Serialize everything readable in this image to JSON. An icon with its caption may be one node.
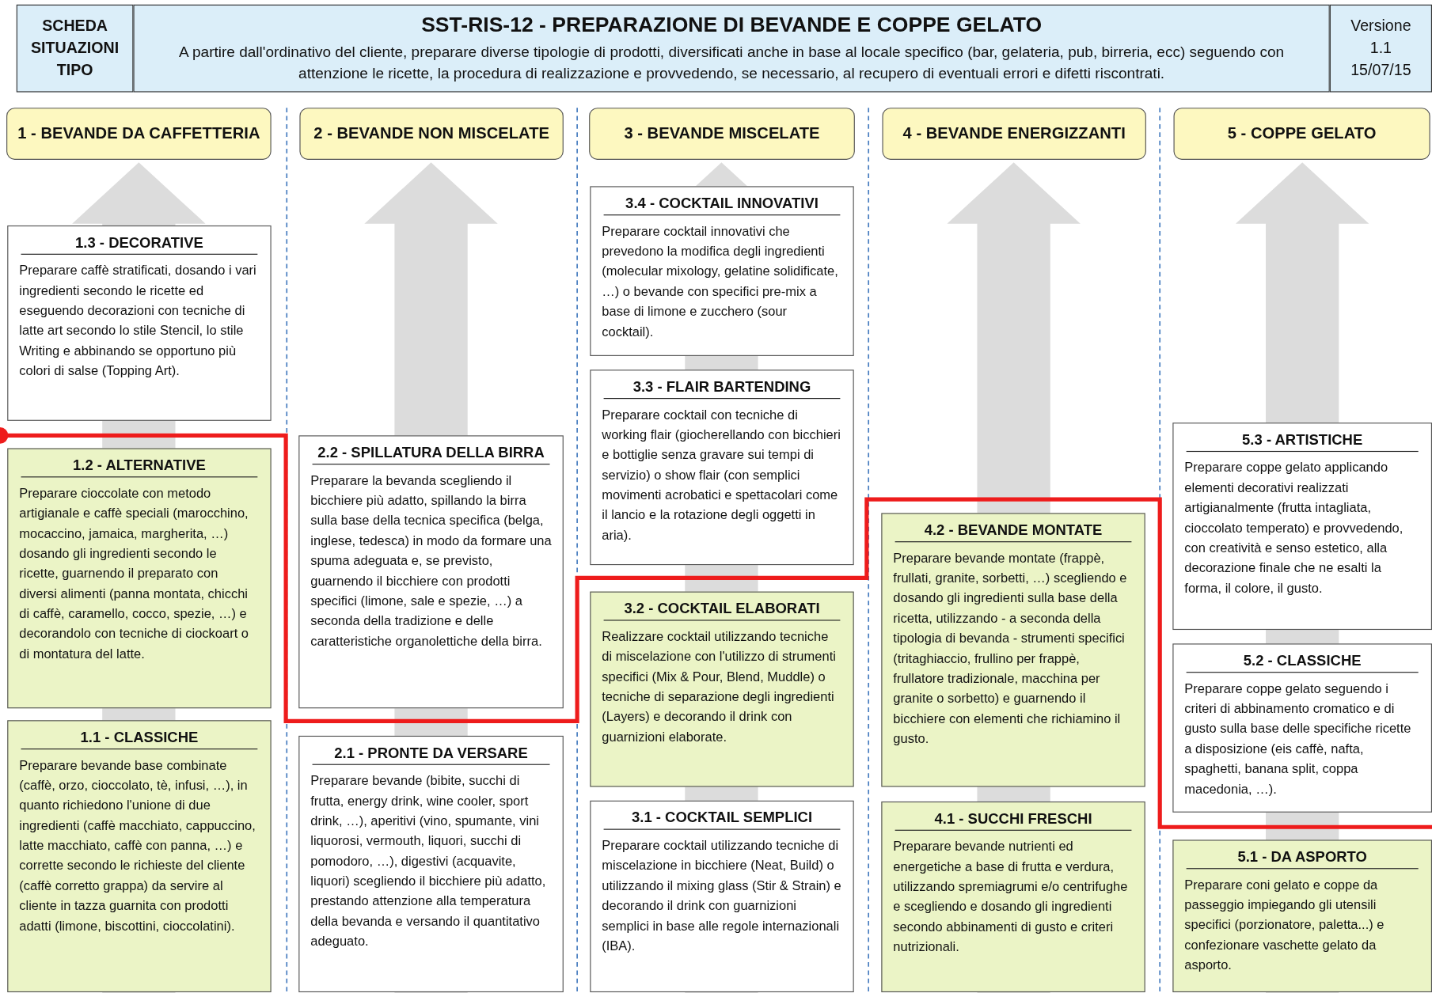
{
  "diagram": {
    "nodes": [
      {
        "text": [
          "SCHEDA SITUAZIONI TIPO"
        ]
      },
      {
        "text": [
          "SST-RIS-12 - PREPARAZIONE DI BEVANDE E COPPE GELATO",
          "A partire dall'ordinativo del cliente, preparare diverse tipologie di prodotti, diversificati anche in base al locale specifico (bar, gelateria, pub, birreria, ecc) seguendo con attenzione le ricette, la procedura di realizzazione e provvedendo, se necessario, al recupero di eventuali errori e difetti riscontrati."
        ]
      },
      {
        "text": [
          "Versione",
          "1.1",
          "15/07/15"
        ]
      },
      {
        "text": [
          "1 - BEVANDE DA CAFFETTERIA"
        ]
      },
      {
        "text": [
          "2 - BEVANDE NON MISCELATE"
        ]
      },
      {
        "text": [
          "3 - BEVANDE MISCELATE"
        ]
      },
      {
        "text": [
          "4 - BEVANDE ENERGIZZANTI"
        ]
      },
      {
        "text": [
          "5 - COPPE GELATO"
        ]
      },
      {
        "text": [
          "1.3 - DECORATIVE",
          "Preparare caffè stratificati, dosando i vari ingredienti secondo le ricette ed eseguendo decorazioni con tecniche di latte art secondo lo stile Stencil, lo stile Writing e abbinando se opportuno più colori di salse (Topping Art)."
        ]
      },
      {
        "text": [
          "1.2 - ALTERNATIVE",
          "Preparare cioccolate con metodo artigianale e caffè speciali (marocchino, mocaccino, jamaica, margherita, …) dosando gli ingredienti secondo le ricette, guarnendo il preparato con diversi alimenti (panna montata, chicchi di caffè, caramello, cocco, spezie, …) e decorandolo con tecniche di ciockoart o di montatura del latte."
        ]
      },
      {
        "text": [
          "1.1 - CLASSICHE",
          "Preparare bevande base combinate (caffè, orzo, cioccolato, tè, infusi, …), in quanto richiedono l'unione di due ingredienti (caffè macchiato, cappuccino, latte macchiato, caffè con panna, …) e corrette secondo le richieste del cliente (caffè corretto grappa) da servire al cliente in tazza guarnita con prodotti adatti (limone, biscottini, cioccolatini)."
        ]
      },
      {
        "text": [
          "2.2 - SPILLATURA DELLA BIRRA",
          "Preparare la bevanda scegliendo il bicchiere più adatto, spillando la birra sulla base della tecnica specifica (belga, inglese, tedesca) in modo da formare una spuma adeguata e, se previsto, guarnendo il bicchiere con prodotti specifici (limone, sale e spezie, …) a seconda della tradizione e delle caratteristiche organolettiche della birra."
        ]
      },
      {
        "text": [
          "2.1 - PRONTE DA VERSARE",
          "Preparare bevande (bibite, succhi di frutta, energy drink, wine cooler, sport drink, …), aperitivi (vino, spumante, vini liquorosi, vermouth, liquori, succhi di pomodoro, …), digestivi (acquavite, liquori) scegliendo il bicchiere più adatto, prestando attenzione alla temperatura della bevanda e versando il quantitativo adeguato."
        ]
      },
      {
        "text": [
          "3.4 - COCKTAIL INNOVATIVI",
          "Preparare cocktail innovativi che prevedono la modifica degli ingredienti (molecular mixology, gelatine solidificate, …) o bevande con specifici pre-mix a base di limone e zucchero (sour cocktail)."
        ]
      },
      {
        "text": [
          "3.3 - FLAIR BARTENDING",
          "Preparare cocktail con tecniche di working flair (giocherellando con bicchieri e bottiglie senza gravare sui tempi di servizio) o show flair (con semplici movimenti acrobatici e spettacolari come il lancio e la rotazione degli oggetti in aria)."
        ]
      },
      {
        "text": [
          "3.2 - COCKTAIL ELABORATI",
          "Realizzare cocktail utilizzando tecniche di miscelazione con l'utilizzo di strumenti specifici (Mix & Pour, Blend, Muddle) o tecniche di separazione degli ingredienti (Layers) e decorando il drink con guarnizioni elaborate."
        ]
      },
      {
        "text": [
          "3.1 - COCKTAIL SEMPLICI",
          "Preparare cocktail utilizzando tecniche di miscelazione in bicchiere (Neat, Build) o utilizzando il mixing glass (Stir & Strain) e decorando il drink con guarnizioni semplici in base alle regole internazionali (IBA)."
        ]
      },
      {
        "text": [
          "4.2 - BEVANDE MONTATE",
          "Preparare bevande montate (frappè, frullati, granite, sorbetti, …) scegliendo e dosando gli ingredienti sulla base della ricetta, utilizzando - a seconda della tipologia di bevanda - strumenti specifici (tritaghiaccio, frullino per frappè, frullatore tradizionale, macchina per granite o sorbetto) e guarnendo il bicchiere con elementi che richiamino il gusto."
        ]
      },
      {
        "text": [
          "4.1 - SUCCHI FRESCHI",
          "Preparare bevande nutrienti ed energetiche a base di frutta e verdura, utilizzando spremiagrumi e/o centrifughe e scegliendo e dosando gli ingredienti secondo abbinamenti di gusto e criteri nutrizionali."
        ]
      },
      {
        "text": [
          "5.3 - ARTISTICHE",
          "Preparare coppe gelato applicando elementi decorativi realizzati artigianalmente (frutta intagliata, cioccolato temperato) e provvedendo, con creatività e senso estetico, alla decorazione finale che ne esalti la forma, il colore, il gusto."
        ]
      },
      {
        "text": [
          "5.2 - CLASSICHE",
          "Preparare coppe gelato seguendo i criteri di abbinamento cromatico e di gusto sulla base delle specifiche ricette a disposizione (eis caffè, nafta, spaghetti, banana split, coppa macedonia, …)."
        ]
      },
      {
        "text": [
          "5.1 - DA ASPORTO",
          "Preparare coni gelato e coppe da passeggio impiegando gli utensili specifici (porzionatore, paletta...) e confezionare vaschette gelato da asporto."
        ]
      }
    ]
  }
}
